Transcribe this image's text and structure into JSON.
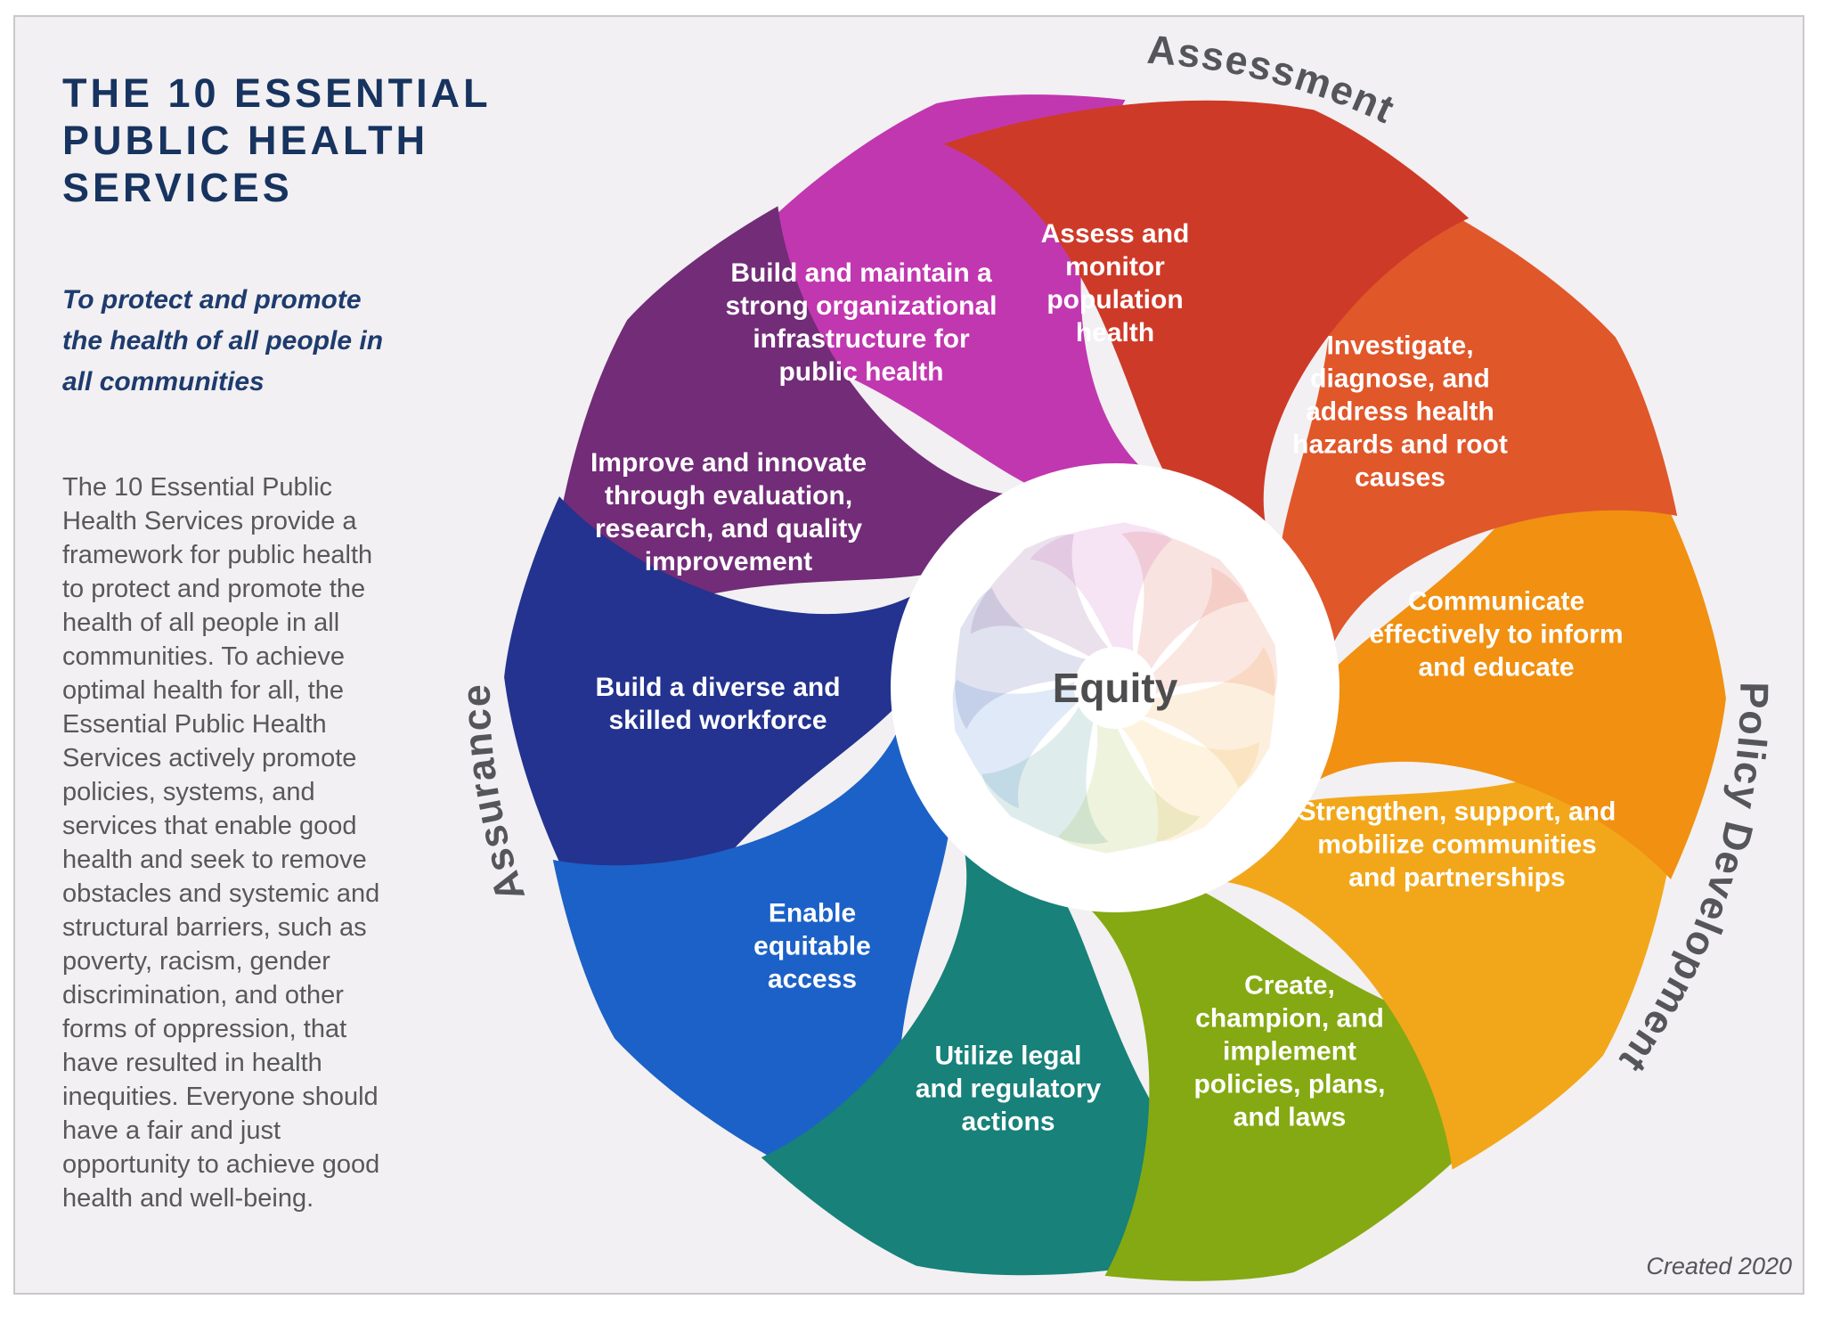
{
  "header": {
    "title": "THE 10 ESSENTIAL\nPUBLIC HEALTH\nSERVICES",
    "subtitle": "To protect and promote\nthe health of all people in\nall communities",
    "body": "The 10 Essential Public\nHealth Services provide a\nframework for public health\nto protect and promote the\nhealth of all people in all\ncommunities. To achieve\noptimal health for all, the\nEssential Public Health\nServices actively promote\npolicies, systems, and\nservices that enable good\nhealth and seek to remove\nobstacles and systemic and\nstructural barriers, such as\npoverty, racism, gender\ndiscrimination, and other\nforms of oppression, that\nhave resulted in health\ninequities. Everyone should\nhave a fair and just\nopportunity to achieve good\nhealth and well-being.",
    "footer": "Created 2020"
  },
  "wheel": {
    "center_label": "Equity",
    "category_labels": [
      {
        "label": "Assessment"
      },
      {
        "label": "Policy Development"
      },
      {
        "label": "Assurance"
      }
    ],
    "segments": [
      {
        "name": "assess-and-monitor",
        "color": "#ce3a28",
        "label_lines": [
          "Assess and",
          "monitor",
          "population",
          "health"
        ]
      },
      {
        "name": "investigate-diagnose",
        "color": "#e0572a",
        "label_lines": [
          "Investigate,",
          "diagnose, and",
          "address health",
          "hazards and root",
          "causes"
        ]
      },
      {
        "name": "communicate-effectively",
        "color": "#f19011",
        "label_lines": [
          "Communicate",
          "effectively to inform",
          "and educate"
        ]
      },
      {
        "name": "strengthen-support-mobilize",
        "color": "#f2a71b",
        "label_lines": [
          "Strengthen, support, and",
          "mobilize communities",
          "and partnerships"
        ]
      },
      {
        "name": "create-champion-implement",
        "color": "#85a912",
        "label_lines": [
          "Create,",
          "champion, and",
          "implement",
          "policies, plans,",
          "and laws"
        ]
      },
      {
        "name": "utilize-legal-regulatory",
        "color": "#17817a",
        "label_lines": [
          "Utilize legal",
          "and regulatory",
          "actions"
        ]
      },
      {
        "name": "enable-equitable-access",
        "color": "#1b61c7",
        "label_lines": [
          "Enable",
          "equitable",
          "access"
        ]
      },
      {
        "name": "build-skilled-workforce",
        "color": "#23338f",
        "label_lines": [
          "Build a diverse and",
          "skilled workforce"
        ]
      },
      {
        "name": "improve-and-innovate",
        "color": "#722c78",
        "label_lines": [
          "Improve and innovate",
          "through evaluation,",
          "research, and quality",
          "improvement"
        ]
      },
      {
        "name": "build-infrastructure",
        "color": "#c137b0",
        "label_lines": [
          "Build and maintain a",
          "strong organizational",
          "infrastructure for",
          "public health"
        ]
      }
    ]
  }
}
